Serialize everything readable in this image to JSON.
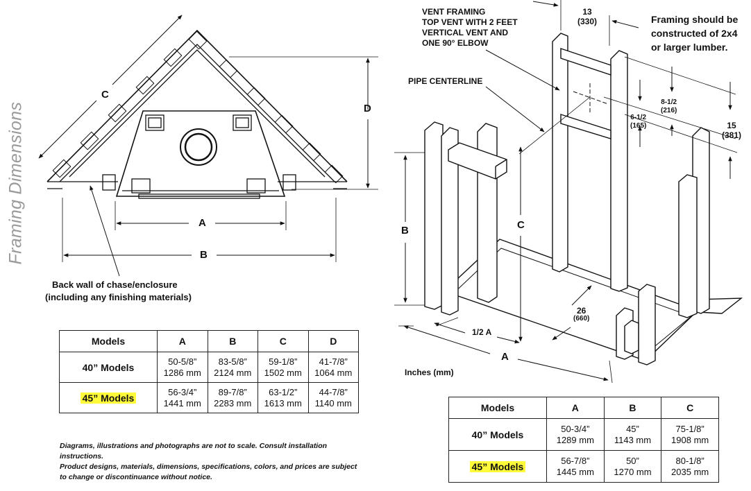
{
  "side_title": "Framing Dimensions",
  "left_diagram": {
    "label_a": "A",
    "label_b": "B",
    "label_c": "C",
    "label_d": "D",
    "back_wall_line1": "Back wall of chase/enclosure",
    "back_wall_line2": "(including any finishing materials)"
  },
  "right_diagram": {
    "vent_line1": "VENT FRAMING",
    "vent_line2": "TOP VENT WITH 2 FEET",
    "vent_line3": "VERTICAL VENT AND",
    "vent_line4": "ONE 90° ELBOW",
    "pipe_centerline": "PIPE CENTERLINE",
    "dim_13": "13",
    "dim_13_mm": "(330)",
    "dim_8": "8-1/2",
    "dim_8_mm": "(216)",
    "dim_6": "6-1/2",
    "dim_6_mm": "(165)",
    "dim_15": "15",
    "dim_15_mm": "(381)",
    "dim_26": "26",
    "dim_26_mm": "(660)",
    "label_half_a": "1/2 A",
    "label_a": "A",
    "label_b": "B",
    "label_c": "C",
    "framing_note_line1": "Framing should be",
    "framing_note_line2": "constructed of  2x4",
    "framing_note_line3": "or larger lumber."
  },
  "units_label": "Inches (mm)",
  "table_left": {
    "headers": [
      "Models",
      "A",
      "B",
      "C",
      "D"
    ],
    "rows": [
      {
        "model": "40” Models",
        "a1": "50-5/8”",
        "a2": "1286 mm",
        "b1": "83-5/8”",
        "b2": "2124 mm",
        "c1": "59-1/8”",
        "c2": "1502 mm",
        "d1": "41-7/8”",
        "d2": "1064 mm"
      },
      {
        "model": "45” Models",
        "a1": "56-3/4”",
        "a2": "1441 mm",
        "b1": "89-7/8”",
        "b2": "2283 mm",
        "c1": "63-1/2”",
        "c2": "1613 mm",
        "d1": "44-7/8”",
        "d2": "1140 mm"
      }
    ]
  },
  "table_right": {
    "headers": [
      "Models",
      "A",
      "B",
      "C"
    ],
    "rows": [
      {
        "model": "40” Models",
        "a1": "50-3/4”",
        "a2": "1289 mm",
        "b1": "45”",
        "b2": "1143 mm",
        "c1": "75-1/8”",
        "c2": "1908 mm"
      },
      {
        "model": "45” Models",
        "a1": "56-7/8”",
        "a2": "1445 mm",
        "b1": "50”",
        "b2": "1270 mm",
        "c1": "80-1/8”",
        "c2": "2035 mm"
      }
    ]
  },
  "disclaimer": {
    "line1": "Diagrams, illustrations and photographs are not to scale. Consult installation instructions.",
    "line2": "Product designs, materials, dimensions, specifications, colors, and prices are subject",
    "line3": "to change or discontinuance without notice."
  },
  "highlight_color": "#fffb3a"
}
